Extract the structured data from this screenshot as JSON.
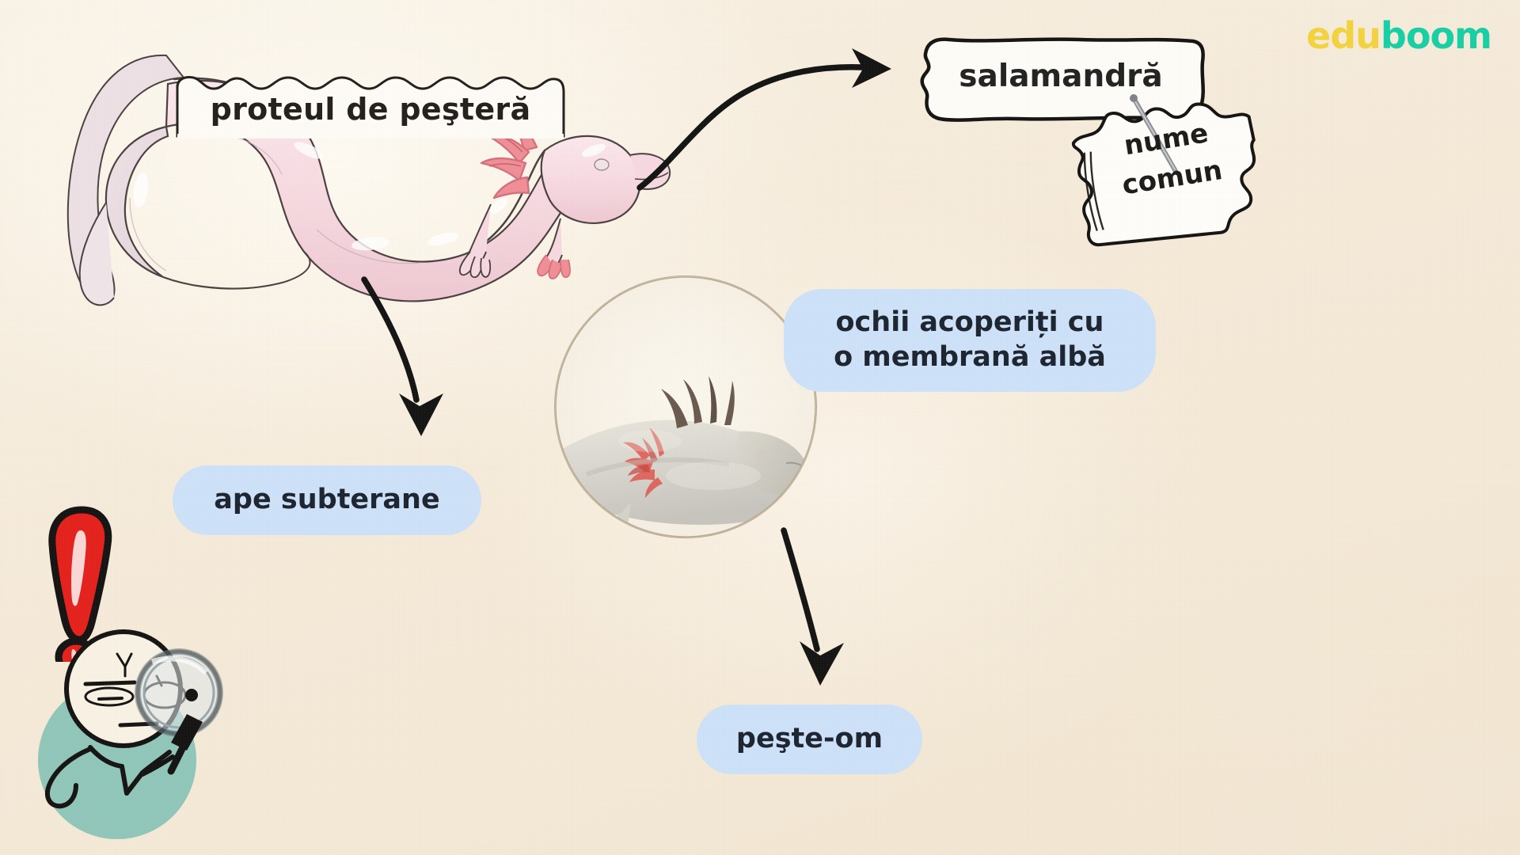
{
  "page": {
    "title": "proteul de peştera - diagrama",
    "background_color": "#f5ead9"
  },
  "logo": {
    "part1": "edu",
    "part2": "boom",
    "color1": "#f2d33f",
    "color2": "#17cfa5"
  },
  "labels": {
    "proteus": "proteul de peşteră",
    "salamandra": "salamandră",
    "nume_comun_line1": "nume",
    "nume_comun_line2": "comun"
  },
  "bubbles": {
    "eyes_line1": "ochii acoperiți cu",
    "eyes_line2": "o membrană albă",
    "waters": "ape subterane",
    "fishman": "peşte-om",
    "color": "#cde1f8",
    "text_color": "#1c2430"
  },
  "mascot": {
    "exclamation_color": "#e4211c",
    "body_circle_color": "#8fc6b9",
    "skin_color": "#f7f0e2"
  },
  "illustration": {
    "olm_body_color": "#f5d7dd",
    "olm_gill_color": "#ef8e96",
    "photo_circle_border": "#b9ab93"
  },
  "arrows": {
    "color": "#141414",
    "to_salamandra": "curved arrow from olm head to salamandră box",
    "to_waters": "curved arrow from olm body down to ape subterane",
    "to_fishman": "curved arrow from photo circle down to peşte-om"
  }
}
